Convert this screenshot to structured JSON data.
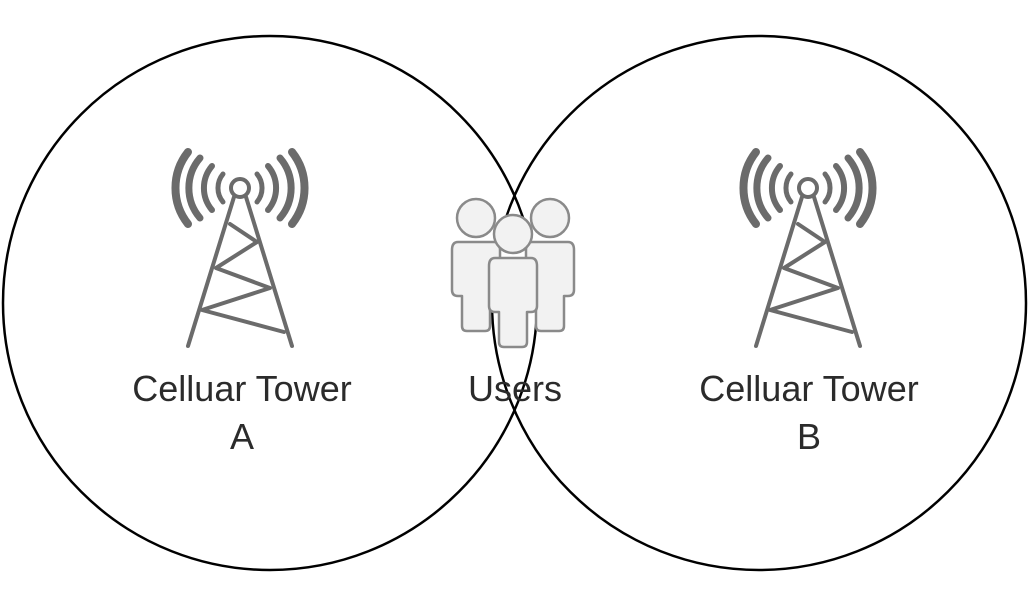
{
  "diagram": {
    "regions": [
      {
        "id": "tower-a",
        "icon": "cell-tower-icon",
        "label_lines": [
          "Celluar Tower",
          "A"
        ]
      },
      {
        "id": "users",
        "icon": "users-group-icon",
        "label_lines": [
          "Users"
        ]
      },
      {
        "id": "tower-b",
        "icon": "cell-tower-icon",
        "label_lines": [
          "Celluar Tower",
          "B"
        ]
      }
    ],
    "colors": {
      "circle_stroke": "#000000",
      "icon_stroke": "#6b6b6b",
      "signal_waves": "#6b6b6b",
      "users_fill": "#f2f2f2",
      "users_stroke": "#8a8a8a",
      "text": "#2b2b2b"
    }
  }
}
